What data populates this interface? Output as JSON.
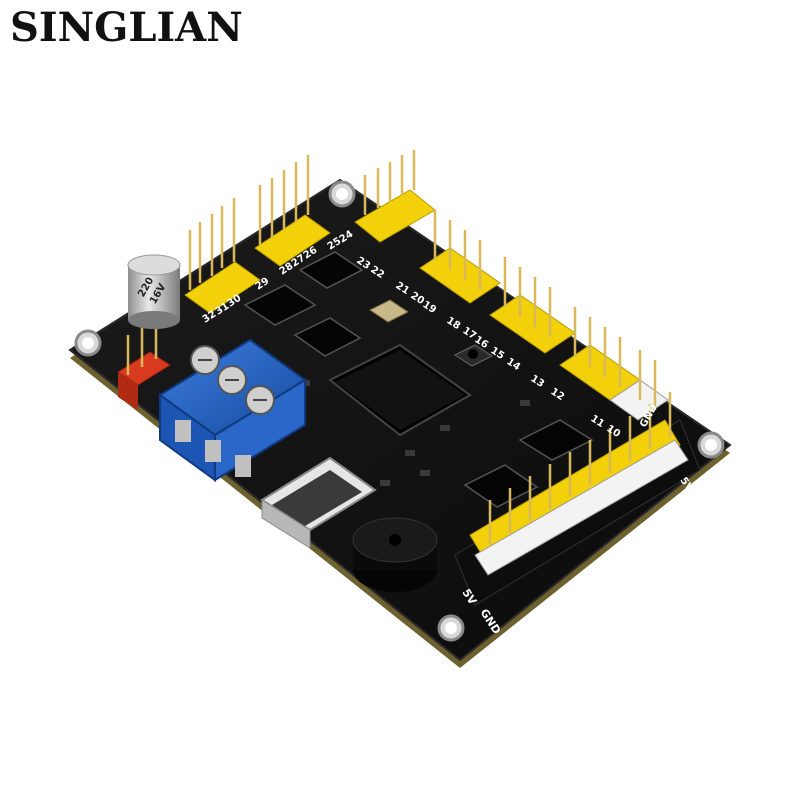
{
  "brand": {
    "name": "SINGLIAN"
  },
  "product": {
    "type": "servo-controller-board",
    "channel_labels": [
      "32",
      "31",
      "30",
      "29",
      "28",
      "27",
      "26",
      "25",
      "24",
      "23",
      "22",
      "21",
      "20",
      "19",
      "18",
      "17",
      "16",
      "15",
      "14",
      "13",
      "12",
      "11",
      "10"
    ],
    "power_labels": {
      "gnd": "GND",
      "v5": "5V",
      "gnd_right": "GND",
      "v5_right": "5V"
    },
    "capacitor_label": {
      "value": "220",
      "voltage": "16V"
    }
  },
  "colors": {
    "pcb": "#111111",
    "pcb_edge": "#8a7a3a",
    "header_yellow": "#f2d10a",
    "header_red": "#d93a1f",
    "header_white": "#f3f3f3",
    "terminal_blue": "#1f5fc4",
    "pin_gold": "#d8b858"
  }
}
